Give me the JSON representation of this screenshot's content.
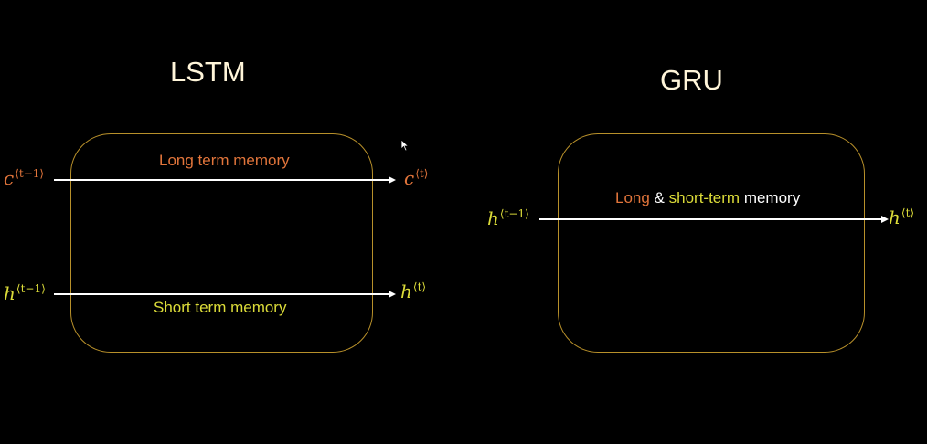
{
  "lstm": {
    "title": "LSTM",
    "long_label": "Long term memory",
    "short_label": "Short term memory",
    "c_prev_base": "c",
    "c_prev_sup": "⟨t−1⟩",
    "c_next_base": "c",
    "c_next_sup": "⟨t⟩",
    "h_prev_base": "h",
    "h_prev_sup": "⟨t−1⟩",
    "h_next_base": "h",
    "h_next_sup": "⟨t⟩"
  },
  "gru": {
    "title": "GRU",
    "label_part1": "Long",
    "label_part2": " & ",
    "label_part3": "short-term",
    "label_part4": " memory",
    "h_prev_base": "h",
    "h_prev_sup": "⟨t−1⟩",
    "h_next_base": "h",
    "h_next_sup": "⟨t⟩"
  },
  "colors": {
    "background": "#000000",
    "box_border": "#b8902a",
    "cell_state": "#e2753b",
    "hidden_state": "#dcdc39",
    "arrow": "#ffffff"
  },
  "icons": {
    "cursor": "mouse-pointer-icon"
  }
}
